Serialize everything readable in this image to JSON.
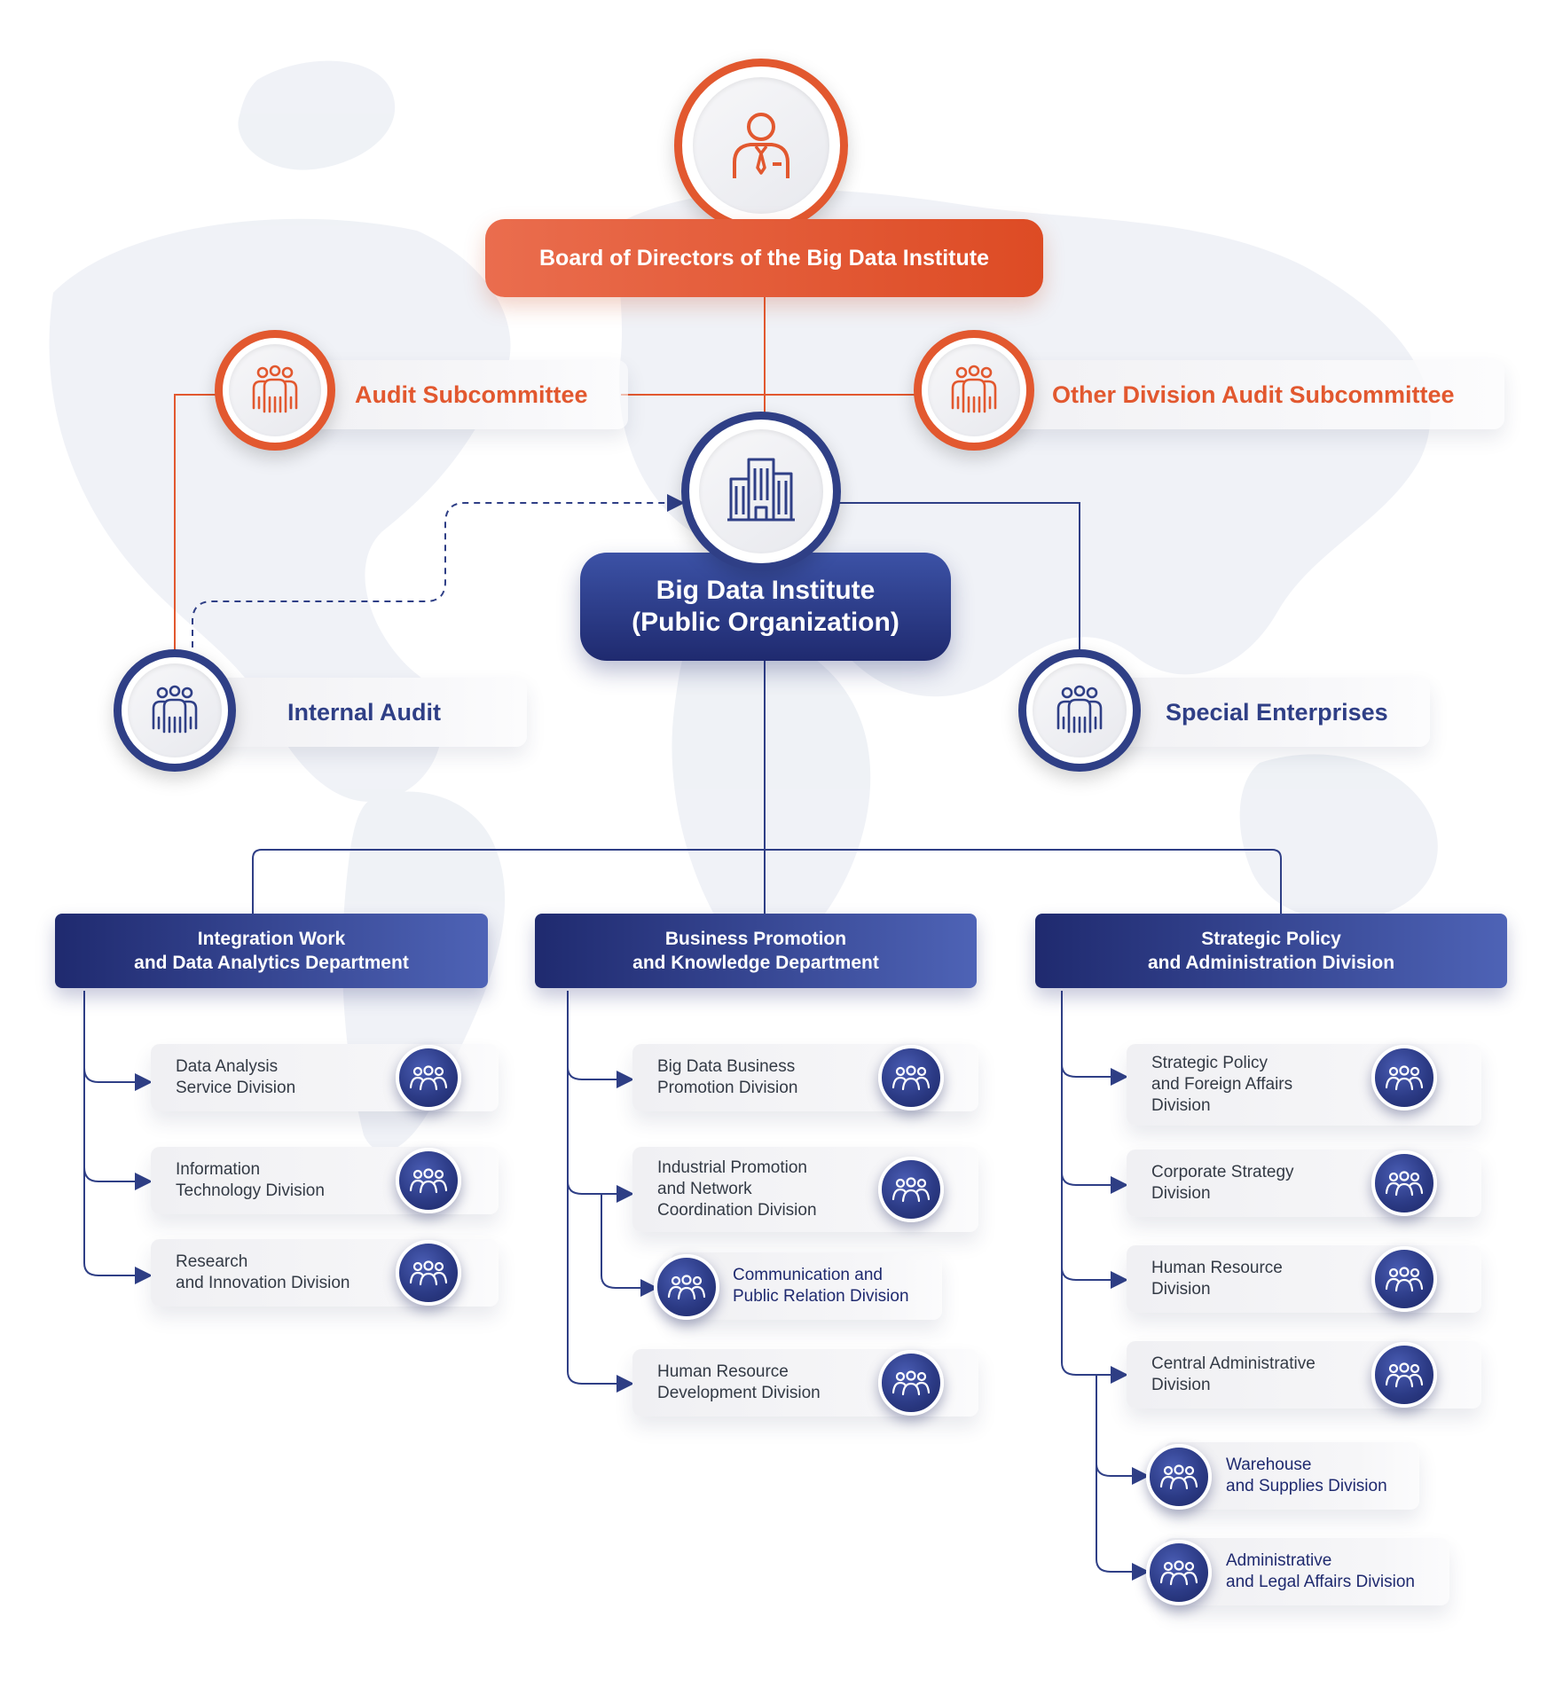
{
  "colors": {
    "orange": "#e2582f",
    "navy": "#2f3f86",
    "navy_dark": "#1f2a6f"
  },
  "board": {
    "title": "Board of Directors of the Big Data Institute",
    "icon": "person-tie-icon"
  },
  "committees": {
    "audit": "Audit Subcommittee",
    "other_audit": "Other Division Audit Subcommittee",
    "icon": "group-icon"
  },
  "institute": {
    "line1": "Big Data Institute",
    "line2": "(Public Organization)",
    "icon": "building-icon"
  },
  "side_units": {
    "internal_audit": "Internal Audit",
    "special_enterprises": "Special Enterprises"
  },
  "departments": [
    {
      "line1": "Integration Work",
      "line2": "and Data Analytics Department",
      "divisions": [
        {
          "lines": [
            "Data Analysis",
            "Service Division"
          ]
        },
        {
          "lines": [
            "Information",
            "Technology Division"
          ]
        },
        {
          "lines": [
            "Research",
            "and Innovation Division"
          ]
        }
      ]
    },
    {
      "line1": "Business Promotion",
      "line2": "and Knowledge Department",
      "divisions": [
        {
          "lines": [
            "Big Data Business",
            "Promotion Division"
          ]
        },
        {
          "lines": [
            "Industrial Promotion",
            "and Network",
            "Coordination Division"
          ]
        },
        {
          "lines": [
            "Communication and",
            "Public Relation Division"
          ]
        },
        {
          "lines": [
            "Human Resource",
            "Development Division"
          ]
        }
      ]
    },
    {
      "line1": "Strategic Policy",
      "line2": "and Administration Division",
      "divisions": [
        {
          "lines": [
            "Strategic Policy",
            "and Foreign Affairs",
            "Division"
          ]
        },
        {
          "lines": [
            "Corporate Strategy",
            "Division"
          ]
        },
        {
          "lines": [
            "Human Resource",
            "Division"
          ]
        },
        {
          "lines": [
            "Central Administrative",
            "Division"
          ]
        },
        {
          "lines": [
            "Warehouse",
            "and Supplies Division"
          ]
        },
        {
          "lines": [
            "Administrative",
            "and Legal Affairs Division"
          ]
        }
      ]
    }
  ]
}
